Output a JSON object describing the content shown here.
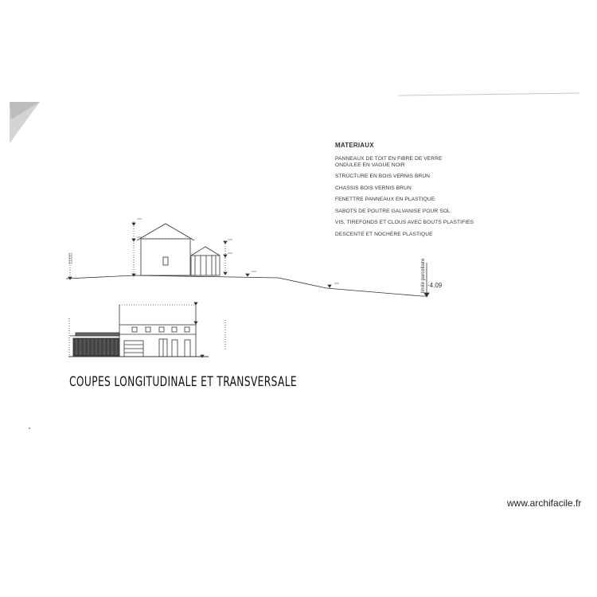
{
  "materials": {
    "title": "MATERIAUX",
    "items": [
      "PANNEAUX DE TOIT EN FIBRE DE VERRE\nONDULEE EN VAGUE NOIR",
      "STRUCTURE EN BOIS VERNIS BRUN",
      "CHASSIS BOIS VERNIS BRUN",
      "FENETTRE PANNEAUX EN PLASTIQUE",
      "SABOTS DE POUTRE GALVANISE POUR SOL",
      "VIS, TIREFONDS ET CLOUS AVEC BOUTS PLASTIFIES",
      "DESCENTE ET NOCHERE PLASTIQUE"
    ]
  },
  "drawing": {
    "title": "COUPES LONGITUDINALE ET TRANSVERSALE",
    "limit_label": "limite parcellaire",
    "limit_level": "-4.09"
  },
  "footer": {
    "site": "www.archifacile.fr"
  },
  "colors": {
    "line": "#333333",
    "fill_dark": "#222222"
  }
}
